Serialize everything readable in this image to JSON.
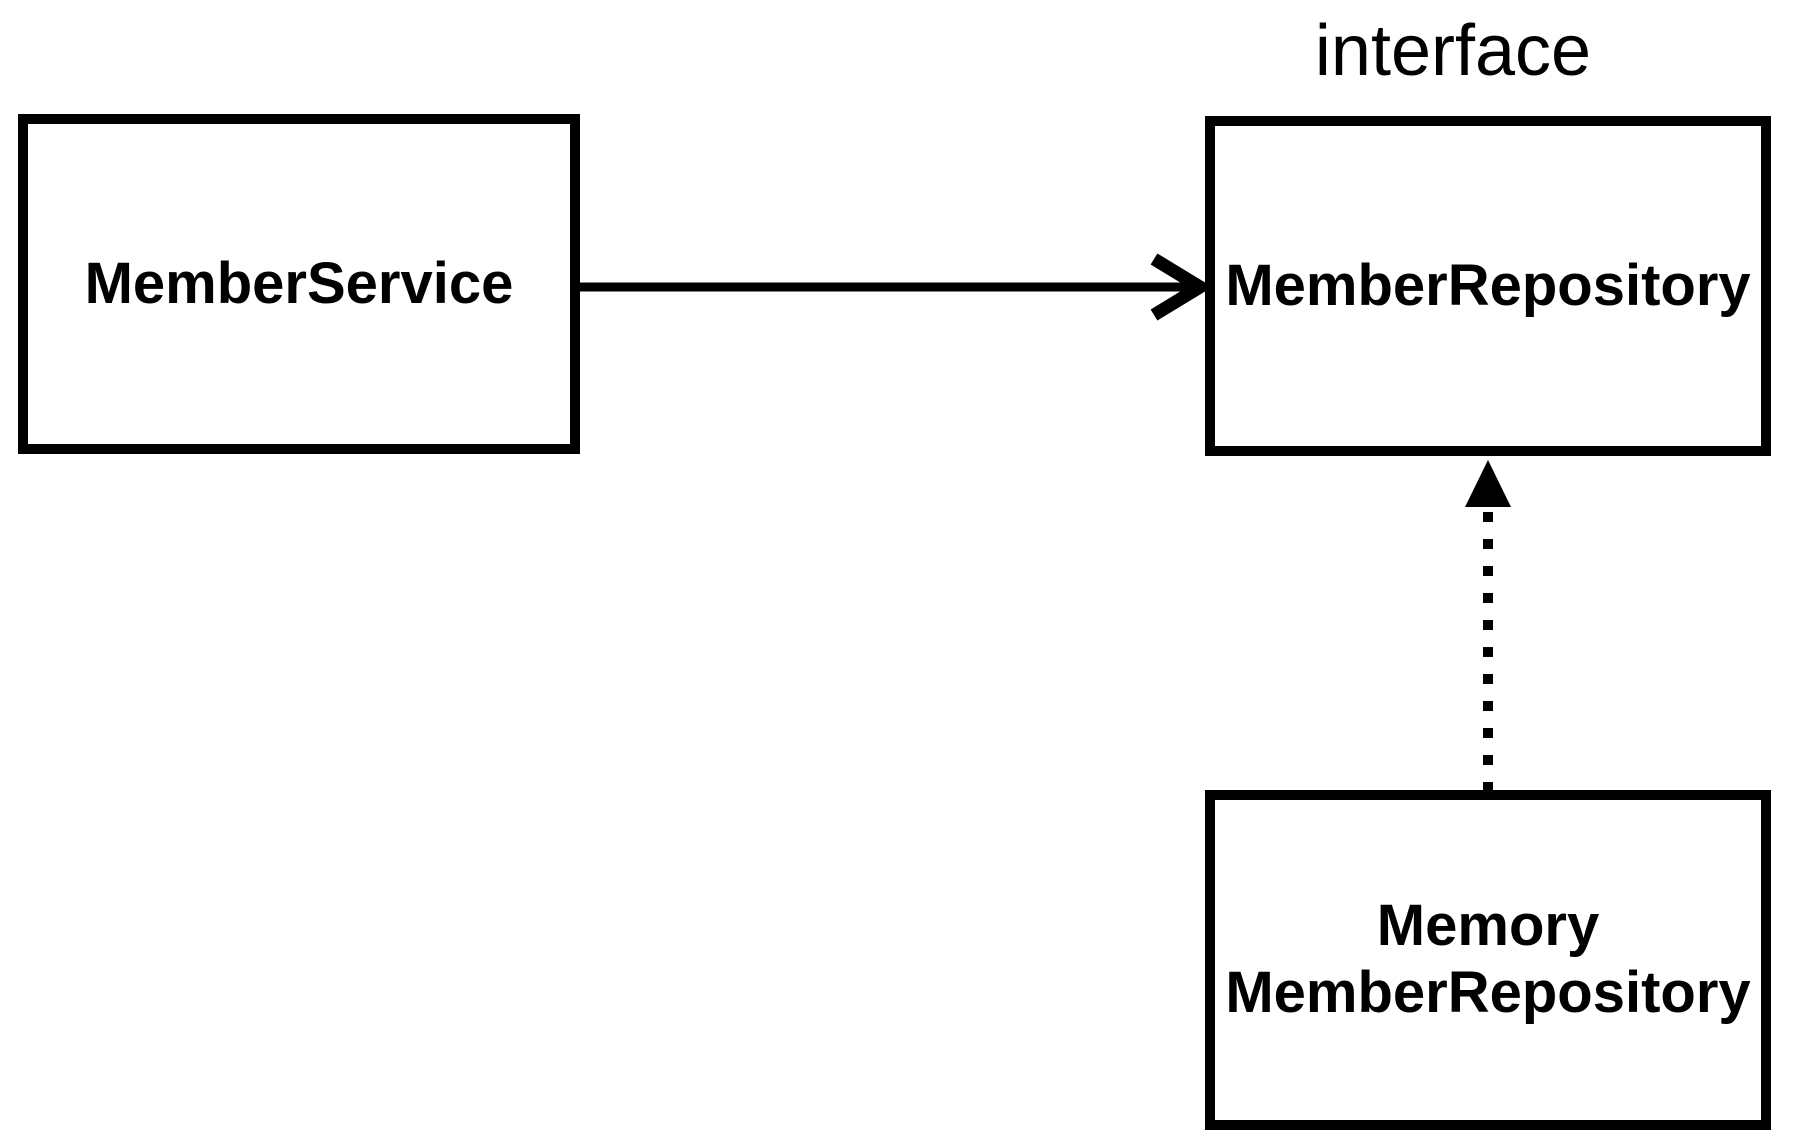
{
  "canvas": {
    "background": "#ffffff",
    "line_color": "#000000",
    "text_color": "#000000"
  },
  "nodes": {
    "member_service": {
      "label": "MemberService"
    },
    "member_repository": {
      "stereotype": "interface",
      "label": "MemberRepository"
    },
    "memory_member_repository": {
      "lines": [
        "Memory",
        "MemberRepository"
      ]
    }
  },
  "edges": [
    {
      "from": "MemberService",
      "to": "MemberRepository",
      "line": "solid",
      "arrowhead": "open"
    },
    {
      "from": "MemoryMemberRepository",
      "to": "MemberRepository",
      "line": "dotted",
      "arrowhead": "filled-triangle"
    }
  ]
}
